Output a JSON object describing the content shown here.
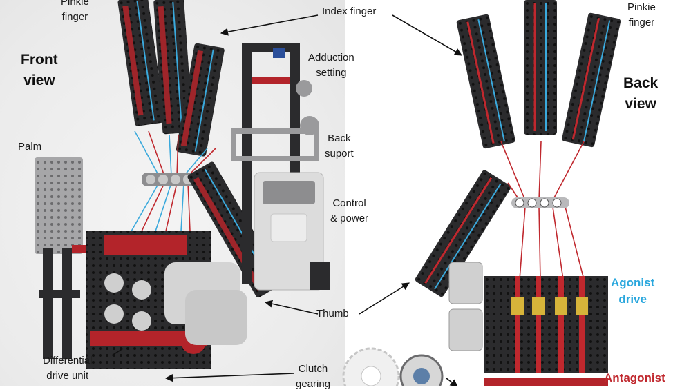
{
  "views": {
    "front": [
      "Front",
      "view"
    ],
    "back": [
      "Back",
      "view"
    ]
  },
  "labels": {
    "pinkie_front": [
      "Pinkie",
      "finger"
    ],
    "index": "Index finger",
    "pinkie_back": [
      "Pinkie",
      "finger"
    ],
    "adduction": [
      "Adduction",
      "setting"
    ],
    "back_support": [
      "Back",
      "suport"
    ],
    "palm": "Palm",
    "control": [
      "Control",
      "& power"
    ],
    "thumb": "Thumb",
    "differential": [
      "Differential",
      "drive unit"
    ],
    "clutch": [
      "Clutch",
      "gearing"
    ]
  },
  "drives": {
    "agonist": [
      "Agonist",
      "drive"
    ],
    "antagonist": "Antagonist"
  },
  "colors": {
    "agonist": "#2aa7dd",
    "antagonist": "#c0282e",
    "frame_dark": "#2b2b2d",
    "frame_gray": "#9a9a9c",
    "lego_red": "#b3242a",
    "motor_white": "#dcdcdc",
    "cable_blue": "#3aa9dc"
  }
}
